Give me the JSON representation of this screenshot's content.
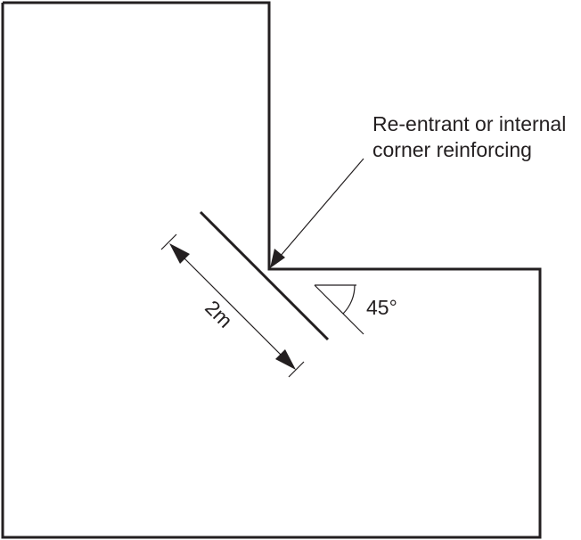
{
  "callout": {
    "line1": "Re-entrant or internal",
    "line2": "corner reinforcing"
  },
  "dimension": {
    "length_label": "2m"
  },
  "angle": {
    "label": "45°"
  },
  "colors": {
    "ink": "#231f20",
    "background": "#ffffff"
  }
}
